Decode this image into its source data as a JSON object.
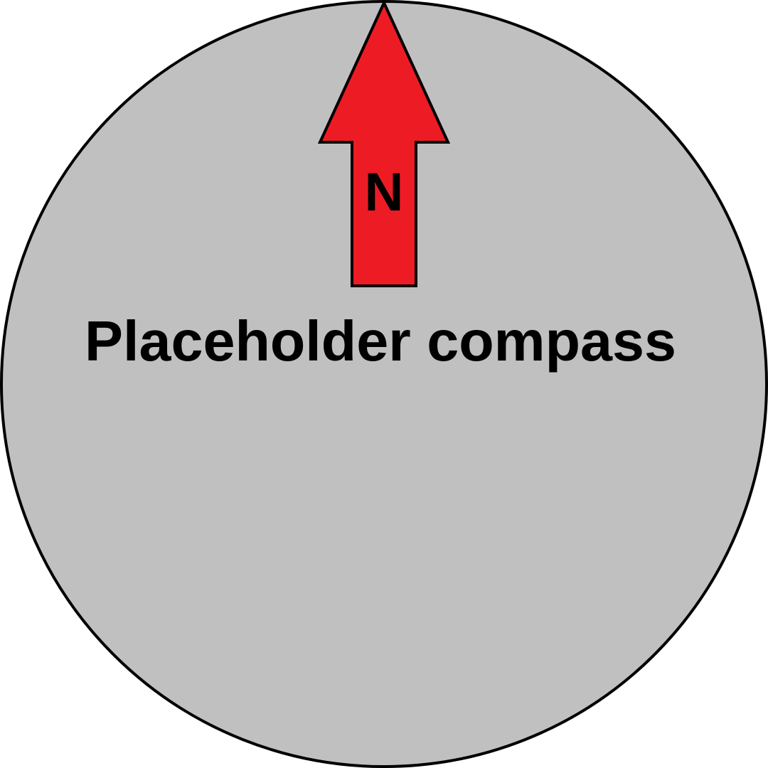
{
  "compass": {
    "north_label": "N",
    "caption": "Placeholder compass",
    "heading_deg": 0,
    "dial_icon": "compass-dial",
    "needle_icon": "north-arrow-icon"
  },
  "colors": {
    "dial_fill": "#c0c0c0",
    "outline": "#000000",
    "needle_fill": "#ed1c24",
    "text": "#000000"
  }
}
